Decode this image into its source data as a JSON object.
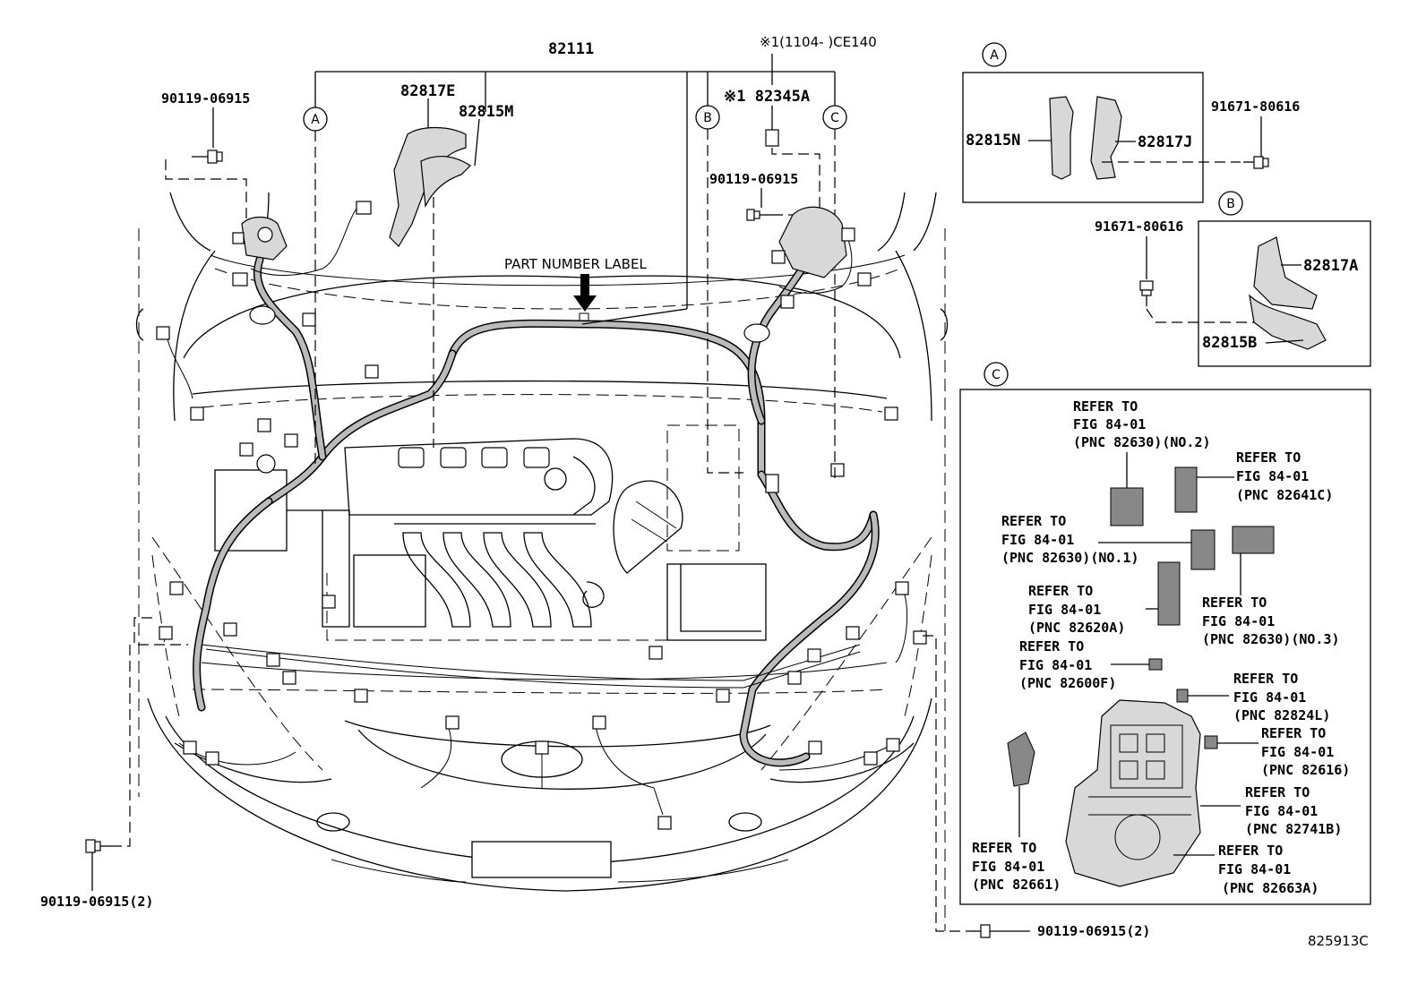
{
  "diagram_id": "825913C",
  "part_number_label": "PART NUMBER LABEL",
  "callouts": {
    "main_harness": "82111",
    "p82817E": "82817E",
    "p82815M": "82815M",
    "p82345A": "※1 82345A",
    "note_ce140": "※1(1104-     )CE140",
    "bolt_upper_left": "90119-06915",
    "bolt_upper_right": "90119-06915",
    "bolt_lower_left": "90119-06915(2)",
    "bolt_lower_right": "90119-06915(2)"
  },
  "circle_labels": {
    "a": "A",
    "b": "B",
    "c": "C"
  },
  "inset_a": {
    "label": "A",
    "left_part": "82815N",
    "right_part": "82817J",
    "bolt": "91671-80616"
  },
  "inset_b": {
    "label": "B",
    "bolt": "91671-80616",
    "upper_part": "82817A",
    "lower_part": "82815B"
  },
  "inset_c": {
    "label": "C",
    "refs": [
      {
        "line1": "REFER TO",
        "line2": "FIG 84-01",
        "line3": "(PNC 82630)(NO.2)"
      },
      {
        "line1": "REFER TO",
        "line2": "FIG 84-01",
        "line3": "(PNC 82641C)"
      },
      {
        "line1": "REFER TO",
        "line2": "FIG 84-01",
        "line3": "(PNC 82630)(NO.1)"
      },
      {
        "line1": "REFER TO",
        "line2": "FIG 84-01",
        "line3": "(PNC 82620A)"
      },
      {
        "line1": "REFER TO",
        "line2": "FIG 84-01",
        "line3": "(PNC 82630)(NO.3)"
      },
      {
        "line1": "REFER TO",
        "line2": "FIG 84-01",
        "line3": "(PNC 82600F)"
      },
      {
        "line1": "REFER TO",
        "line2": "FIG 84-01",
        "line3": "(PNC 82824L)"
      },
      {
        "line1": "REFER TO",
        "line2": "FIG 84-01",
        "line3": "(PNC 82616)"
      },
      {
        "line1": "REFER TO",
        "line2": "FIG 84-01",
        "line3": "(PNC 82741B)"
      },
      {
        "line1": "REFER TO",
        "line2": "FIG 84-01",
        "line3": "(PNC 82661)"
      },
      {
        "line1": "REFER TO",
        "line2": "FIG 84-01",
        "line3": "(PNC 82663A)"
      }
    ]
  }
}
